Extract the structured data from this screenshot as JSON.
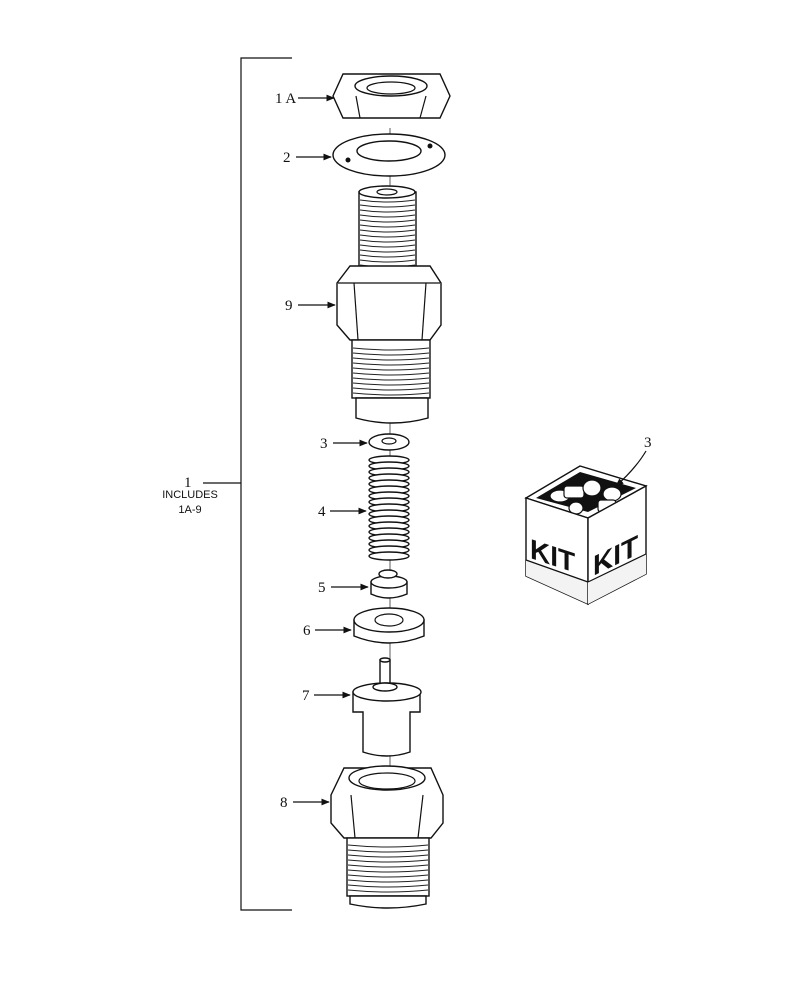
{
  "callouts": {
    "c1a": "1 A",
    "c2": "2",
    "c9": "9",
    "c3": "3",
    "c4": "4",
    "c5": "5",
    "c6": "6",
    "c7": "7",
    "c8": "8",
    "c1": "1",
    "kit3": "3"
  },
  "includes": {
    "line1": "INCLUDES",
    "line2": "1A-9"
  },
  "kit": {
    "left_label": "KIT",
    "right_label": "KIT"
  }
}
